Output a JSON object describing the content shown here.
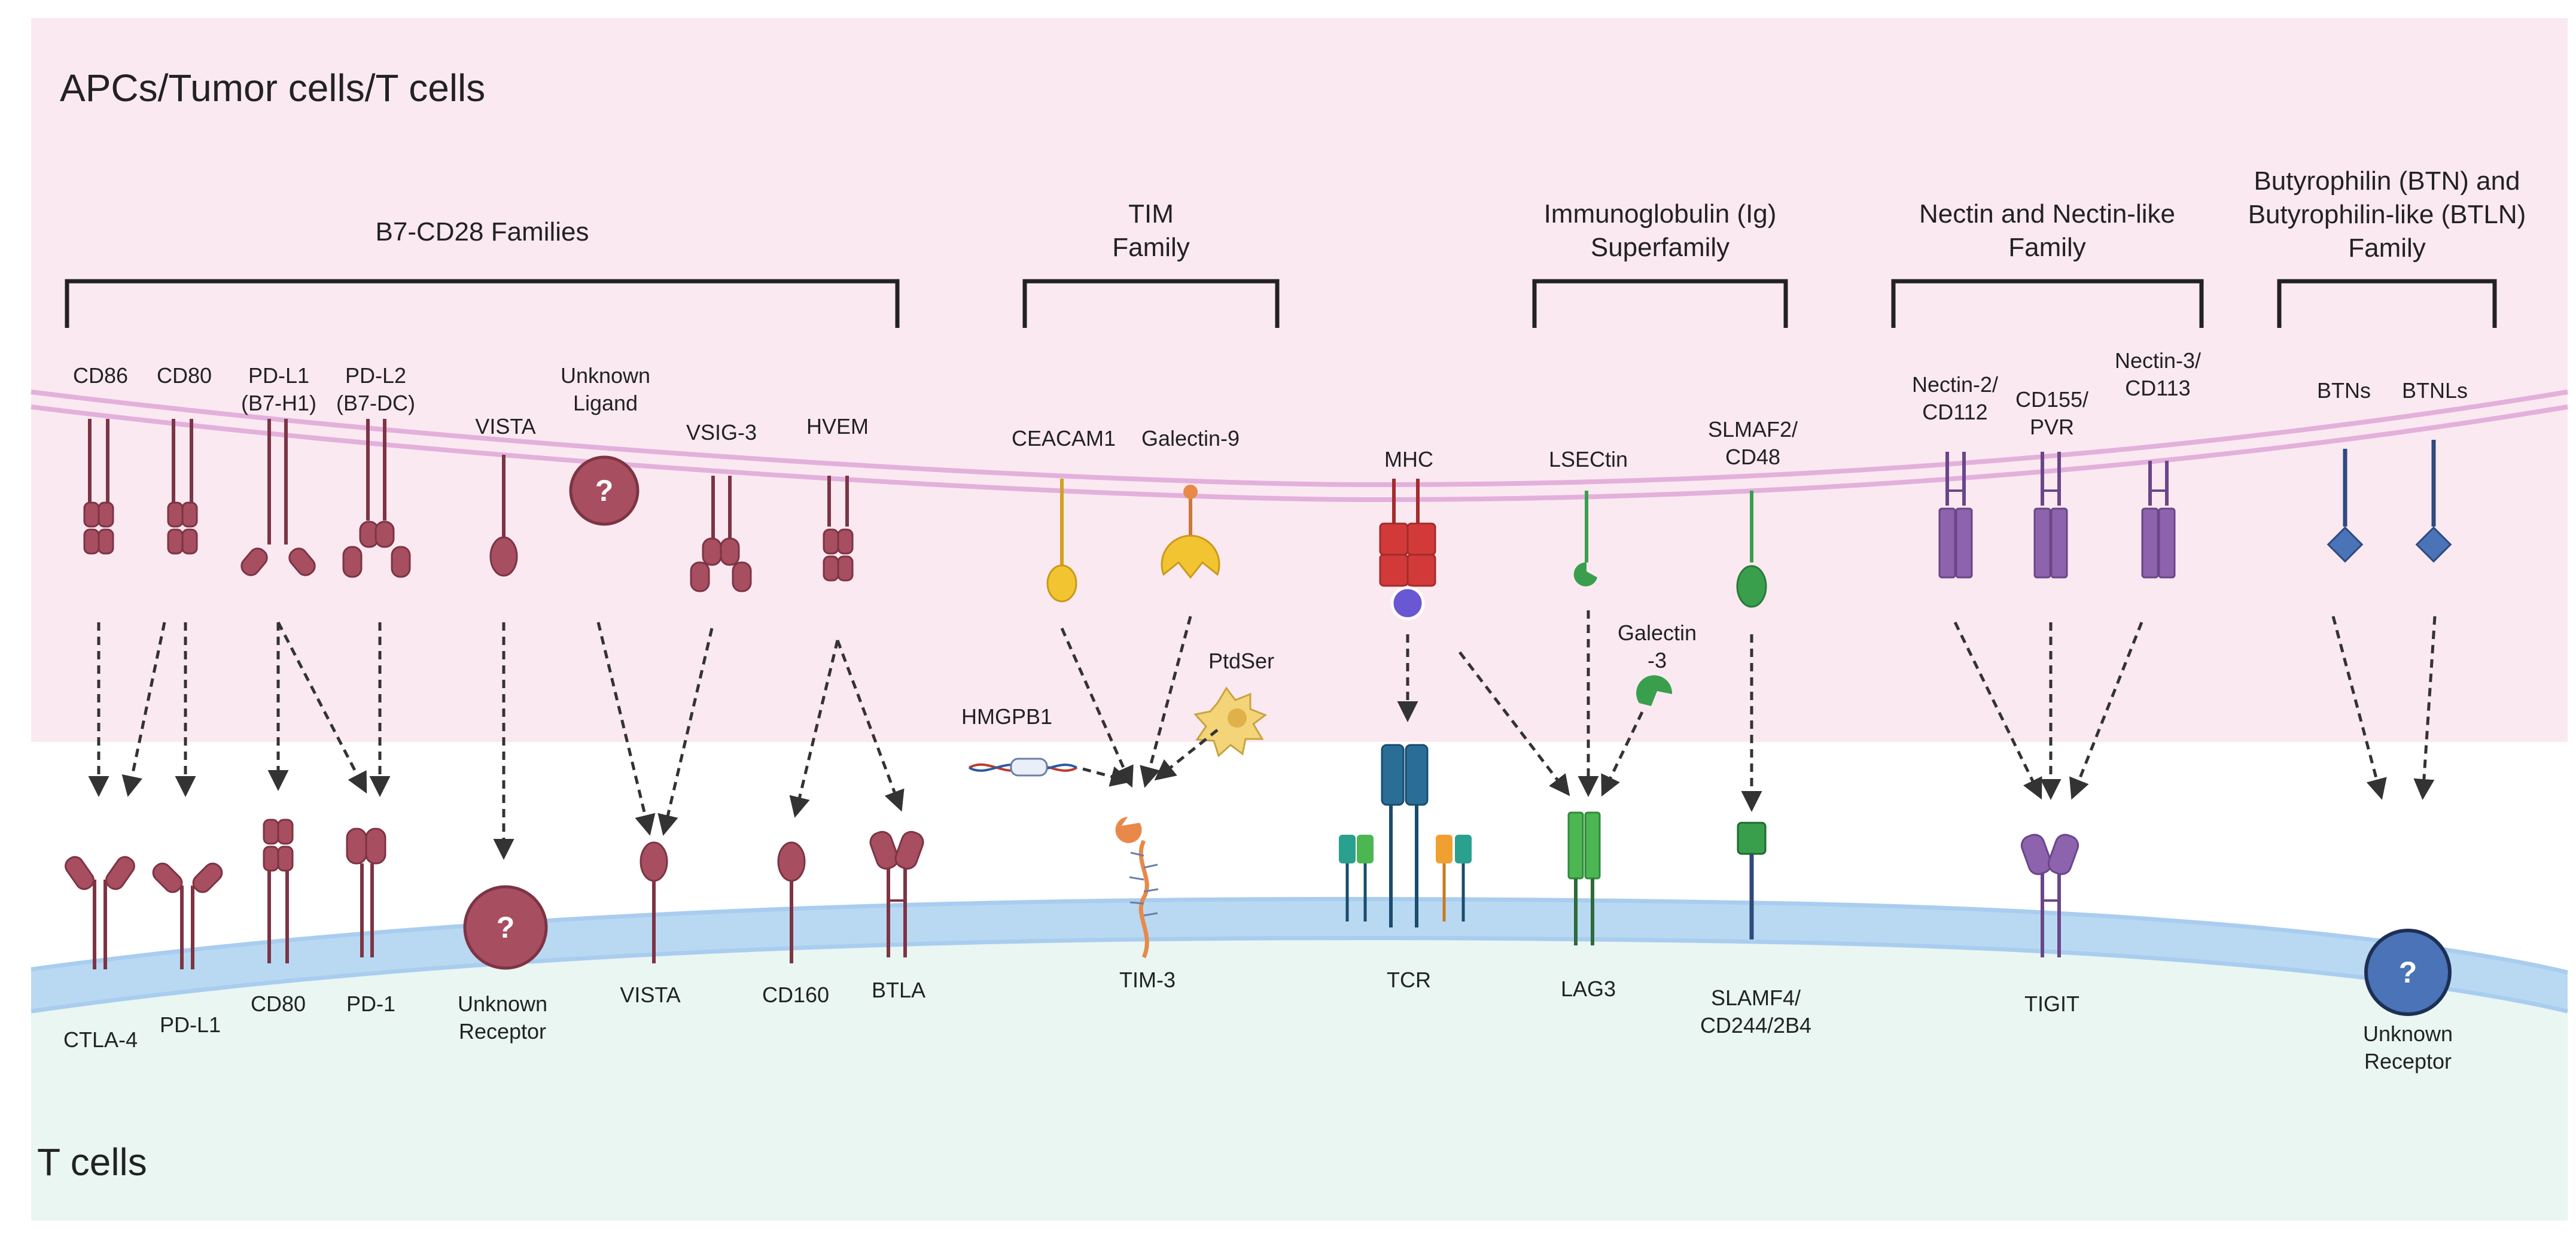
{
  "regions": {
    "top": "APCs/Tumor cells/T cells",
    "bottom": "T cells"
  },
  "families": {
    "b7": "B7-CD28 Families",
    "tim_l1": "TIM",
    "tim_l2": "Family",
    "ig_l1": "Immunoglobulin (Ig)",
    "ig_l2": "Superfamily",
    "nectin_l1": "Nectin and Nectin-like",
    "nectin_l2": "Family",
    "btn_l1": "Butyrophilin (BTN) and",
    "btn_l2": "Butyrophilin-like (BTLN)",
    "btn_l3": "Family"
  },
  "ligands": {
    "cd86": "CD86",
    "cd80": "CD80",
    "pdl1_l1": "PD-L1",
    "pdl1_l2": "(B7-H1)",
    "pdl2_l1": "PD-L2",
    "pdl2_l2": "(B7-DC)",
    "vista": "VISTA",
    "unknown_l1": "Unknown",
    "unknown_l2": "Ligand",
    "vsig3": "VSIG-3",
    "hvem": "HVEM",
    "ceacam1": "CEACAM1",
    "galectin9": "Galectin-9",
    "hmgb1": "HMGPB1",
    "ptdser": "PtdSer",
    "mhc": "MHC",
    "lsectin": "LSECtin",
    "galectin3_l1": "Galectin",
    "galectin3_l2": "-3",
    "slamf2_l1": "SLMAF2/",
    "slamf2_l2": "CD48",
    "nectin2_l1": "Nectin-2/",
    "nectin2_l2": "CD112",
    "cd155_l1": "CD155/",
    "cd155_l2": "PVR",
    "nectin3_l1": "Nectin-3/",
    "nectin3_l2": "CD113",
    "btns": "BTNs",
    "btnls": "BTNLs"
  },
  "receptors": {
    "ctla4": "CTLA-4",
    "pdl1": "PD-L1",
    "cd80": "CD80",
    "pd1": "PD-1",
    "unknown_l1": "Unknown",
    "unknown_l2": "Receptor",
    "vista": "VISTA",
    "cd160": "CD160",
    "btla": "BTLA",
    "tim3": "TIM-3",
    "tcr": "TCR",
    "lag3": "LAG3",
    "slamf4_l1": "SLAMF4/",
    "slamf4_l2": "CD244/2B4",
    "tigit": "TIGIT",
    "unknown2_l1": "Unknown",
    "unknown2_l2": "Receptor"
  },
  "symbols": {
    "question": "?"
  },
  "colors": {
    "top_bg": "#fbe9f1",
    "bottom_bg": "#e9f6f2",
    "top_membrane": "#e3b0dc",
    "bottom_membrane": "#a9cdef",
    "b7_family": "#a74e60",
    "tim_yellow": "#f2c431",
    "mhc_red": "#d23a3a",
    "mhc_peptide": "#6a57d2",
    "tcr_blue": "#2a6e98",
    "lag3_green": "#4cb752",
    "slam_green": "#3a9f4d",
    "nectin_purple": "#8d63ad",
    "btn_blue": "#4a73b8",
    "arrow": "#333333",
    "bracket": "#222222"
  }
}
